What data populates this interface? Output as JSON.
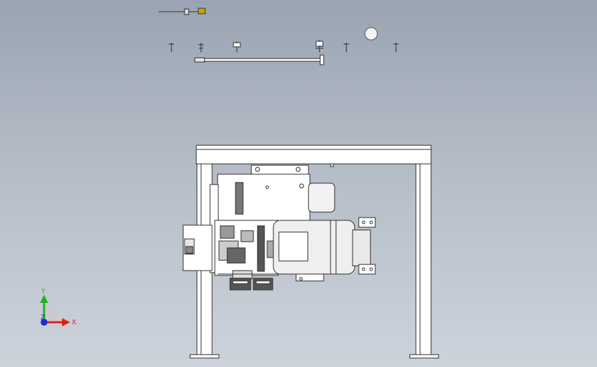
{
  "triad": {
    "x_label": "X",
    "y_label": "Y",
    "z_label": "Z",
    "x_color": "#e0201c",
    "y_color": "#1fb21f",
    "z_color": "#1f2bd6"
  },
  "colors": {
    "background_top": "#9aa4b2",
    "background_bottom": "#cdd3db",
    "part_fill": "#ffffff",
    "part_edge": "#2a2a2a",
    "motor_fill": "#eeeeee",
    "handle_accent": "#c8a400"
  }
}
